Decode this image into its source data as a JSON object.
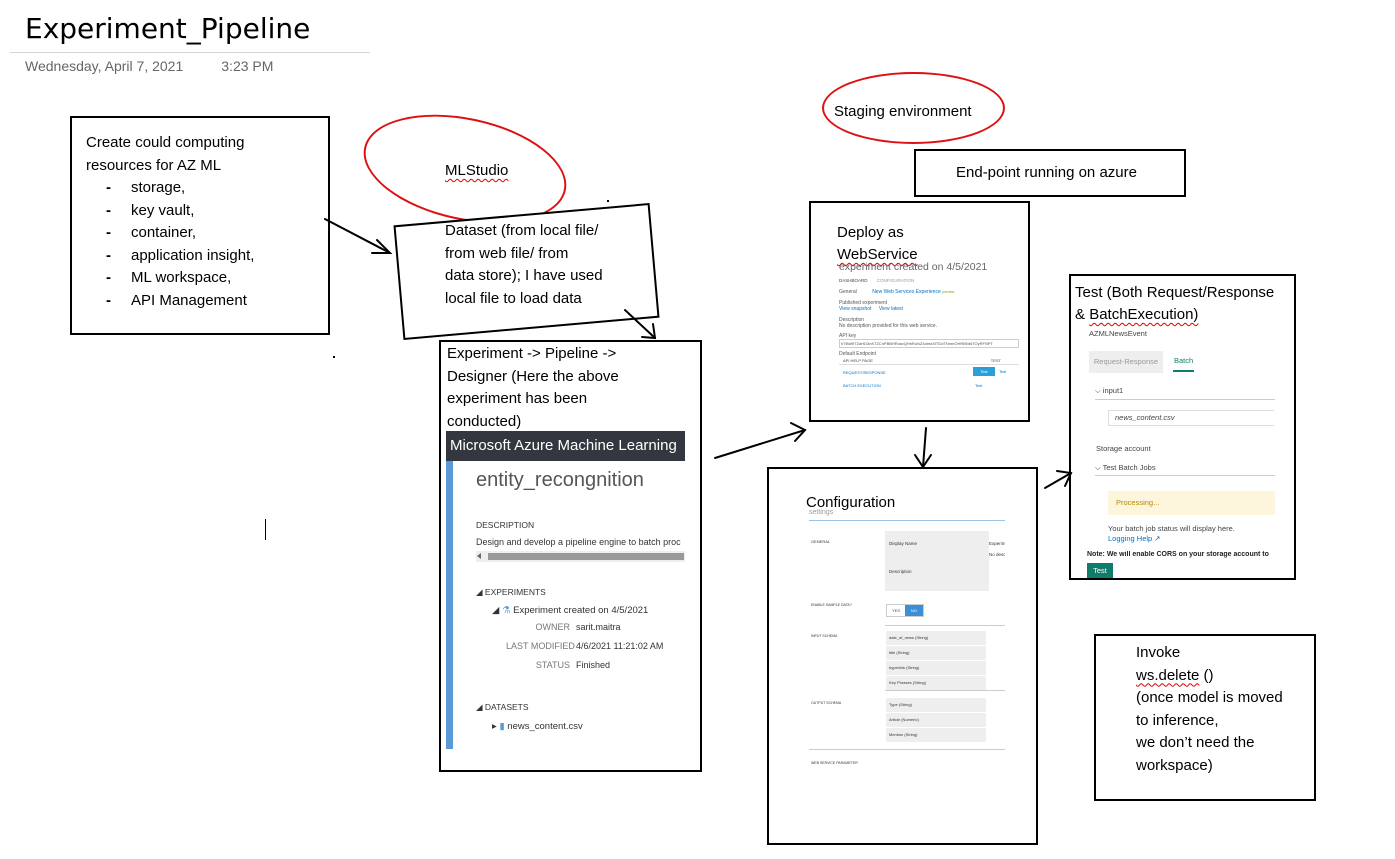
{
  "page": {
    "title": "Experiment_Pipeline",
    "date": "Wednesday, April 7, 2021",
    "time": "3:23 PM"
  },
  "boxes": {
    "resources": {
      "heading_line1": "Create could computing",
      "heading_line2": "resources for AZ ML",
      "items": [
        "storage,",
        "key vault,",
        "container,",
        "application insight,",
        "ML workspace,",
        "API Management"
      ]
    },
    "mlstudio_label": "MLStudio",
    "dataset": {
      "line1": "Dataset (from local file/",
      "line2": "from web file/ from",
      "line3": "data store); I have used",
      "line4": "local file to load data"
    },
    "experiment": {
      "line1": "Experiment -> Pipeline ->",
      "line2": "Designer (Here the above",
      "line3": "experiment has been",
      "line4": "conducted)"
    },
    "staging_label": "Staging environment",
    "endpoint_label": "End-point running on azure",
    "deploy": {
      "line1": "Deploy as",
      "line2": "WebService"
    },
    "configuration_title": "Configuration",
    "test": {
      "line1": "Test (Both Request/Response",
      "line2_a": "& ",
      "line2_b": "BatchExecution)"
    },
    "invoke": {
      "line1": "Invoke",
      "line2_a": "ws.delete",
      "line2_b": " ()",
      "line3": "(once model is moved",
      "line4": "to inference,",
      "line5": "we don’t need the",
      "line6": "workspace)"
    }
  },
  "azure_ml": {
    "header": "Microsoft Azure Machine Learning",
    "entity_title": "entity_recongnition",
    "description_label": "DESCRIPTION",
    "description_text": "Design and develop a pipeline engine to batch proc",
    "experiments_label": "EXPERIMENTS",
    "experiment_name": "Experiment created on 4/5/2021",
    "owner_label": "OWNER",
    "owner_value": "sarit.maitra",
    "modified_label": "LAST MODIFIED",
    "modified_value": "4/6/2021 11:21:02 AM",
    "status_label": "STATUS",
    "status_value": "Finished",
    "datasets_label": "DATASETS",
    "dataset_name": "news_content.csv"
  },
  "webservice": {
    "title": "experiment created on 4/5/2021",
    "tab_dashboard": "DASHBOARD",
    "tab_configuration": "CONFIGURATION",
    "general_label": "General",
    "new_experience": "New Web Services Experience",
    "preview": "preview",
    "published_label": "Published experiment",
    "view_snapshot": "View snapshot",
    "view_latest": "View latest",
    "description_label": "Description",
    "description_text": "No description provided for this web service.",
    "apikey_label": "API key",
    "apikey_value": "h7f8d9f7ZaHD3nK7ZCnPBBHRuiwQHbRuNZ4dmdXlTDdTNmnOHRBNtdTOyRFNPT",
    "default_endpoint": "Default Endpoint",
    "col_api_help": "API HELP PAGE",
    "col_test": "TEST",
    "row1_name": "REQUEST/RESPONSE",
    "row1_btn": "Test",
    "row1_extra": "Test",
    "row2_name": "BATCH EXECUTION",
    "row2_extra": "Test"
  },
  "config": {
    "settings_label": "settings",
    "general": "GENERAL",
    "display_name": "Display Name",
    "display_value": "Experime",
    "description": "Description",
    "description_value": "No descr",
    "sample_data": "ENABLE SAMPLE DATA?",
    "yes": "YES",
    "no": "NO",
    "input_schema": "INPUT SCHEMA",
    "input_fields": [
      "date_of_news (String)",
      "title (String)",
      "hyperlink (String)",
      "Key Phrases (String)"
    ],
    "output_schema": "OUTPUT SCHEMA",
    "output_fields": [
      "Type (String)",
      "Article (Numeric)",
      "Mention (String)"
    ],
    "ws_parameter": "WEB SERVICE PARAMETER"
  },
  "batch": {
    "app_name": "AZMLNewsEvent",
    "tab_request": "Request-Response",
    "tab_batch": "Batch",
    "input1": "input1",
    "file_value": "news_content.csv",
    "storage_account": "Storage account",
    "test_jobs": "Test Batch Jobs",
    "processing": "Processing...",
    "status_msg": "Your batch job status will display here.",
    "logging_help": "Logging Help",
    "note": "Note: We will enable CORS on your storage account to",
    "test_button": "Test"
  },
  "colors": {
    "ellipse": "#d11111",
    "azure_header": "#333840",
    "azure_side": "#5b9bd5",
    "teal": "#107c6b",
    "link": "#0072c6"
  }
}
